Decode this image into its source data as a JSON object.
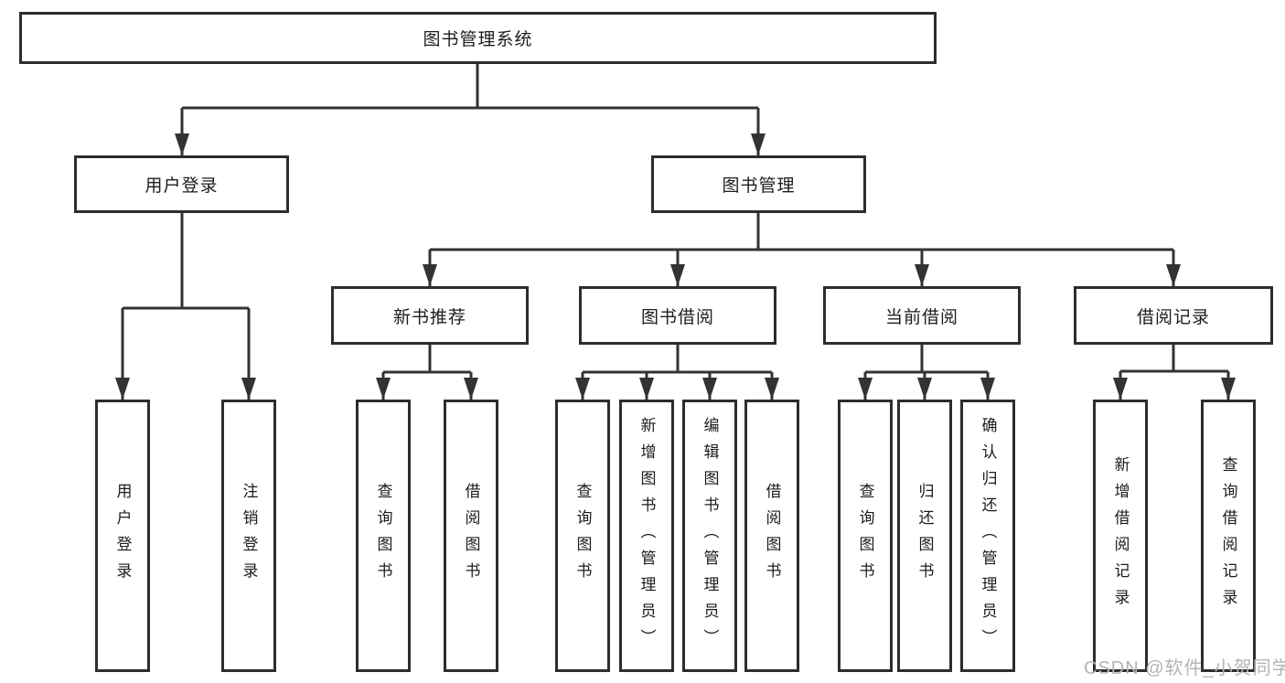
{
  "colors": {
    "line": "#333333",
    "box_border": "#2d2d2d",
    "text": "#1c1c1c",
    "watermark": "#b4b4b4",
    "background": "#ffffff"
  },
  "nodes": {
    "root": {
      "label": "图书管理系统"
    },
    "user_login": {
      "label": "用户登录"
    },
    "book_management": {
      "label": "图书管理"
    },
    "new_book_recommend": {
      "label": "新书推荐"
    },
    "book_borrow": {
      "label": "图书借阅"
    },
    "current_borrow": {
      "label": "当前借阅"
    },
    "borrow_record": {
      "label": "借阅记录"
    },
    "leaf_user_login": {
      "label": "用户登录"
    },
    "leaf_logout": {
      "label": "注销登录"
    },
    "leaf_query_book_recommend": {
      "label": "查询图书"
    },
    "leaf_borrow_book_recommend": {
      "label": "借阅图书"
    },
    "leaf_query_book_borrow": {
      "label": "查询图书"
    },
    "leaf_add_book_admin": {
      "label": "新增图书（管理员）"
    },
    "leaf_edit_book_admin": {
      "label": "编辑图书（管理员）"
    },
    "leaf_borrow_book_borrow": {
      "label": "借阅图书"
    },
    "leaf_query_book_current": {
      "label": "查询图书"
    },
    "leaf_return_book": {
      "label": "归还图书"
    },
    "leaf_confirm_return_admin": {
      "label": "确认归还（管理员）"
    },
    "leaf_add_borrow_record": {
      "label": "新增借阅记录"
    },
    "leaf_query_borrow_record": {
      "label": "查询借阅记录"
    }
  },
  "watermark": {
    "text": "CSDN @软件_小贺同学"
  }
}
